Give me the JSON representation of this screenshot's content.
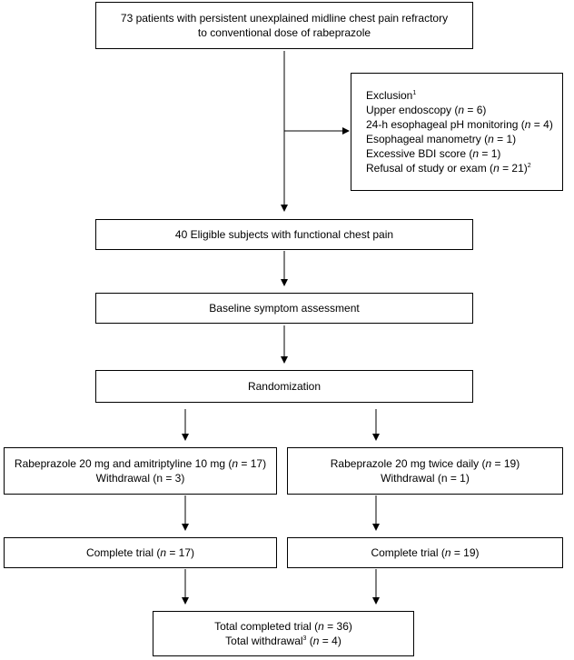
{
  "boxes": {
    "patients": {
      "line1": "73 patients with persistent unexplained midline chest pain refractory",
      "line2": "to conventional dose of rabeprazole"
    },
    "exclusion": {
      "title": "Exclusion",
      "title_sup": "1",
      "items": [
        {
          "label": "Upper endoscopy (",
          "n": "n",
          "value": " = 6)",
          "sup": ""
        },
        {
          "label": "24-h esophageal pH monitoring (",
          "n": "n",
          "value": " = 4)",
          "sup": ""
        },
        {
          "label": "Esophageal manometry (",
          "n": "n",
          "value": " = 1)",
          "sup": ""
        },
        {
          "label": "Excessive BDI score (",
          "n": "n",
          "value": " = 1)",
          "sup": ""
        },
        {
          "label": "Refusal of study or exam (",
          "n": "n",
          "value": " = 21)",
          "sup": "2"
        }
      ]
    },
    "eligible": "40 Eligible subjects with functional chest pain",
    "baseline": "Baseline symptom assessment",
    "randomization": "Randomization",
    "arm_left": {
      "line1_prefix": "Rabeprazole 20 mg and amitriptyline 10 mg (",
      "line1_n": "n",
      "line1_suffix": " = 17)",
      "line2": "Withdrawal (n = 3)"
    },
    "arm_right": {
      "line1_prefix": "Rabeprazole 20 mg twice daily (",
      "line1_n": "n",
      "line1_suffix": " = 19)",
      "line2": "Withdrawal (n = 1)"
    },
    "complete_left": {
      "prefix": "Complete trial (",
      "n": "n",
      "suffix": " = 17)"
    },
    "complete_right": {
      "prefix": "Complete trial (",
      "n": "n",
      "suffix": " = 19)"
    },
    "total": {
      "line1_prefix": "Total completed trial (",
      "line1_n": "n",
      "line1_suffix": " = 36)",
      "line2_prefix": "Total withdrawal",
      "line2_sup": "3",
      "line2_mid": " (",
      "line2_n": "n",
      "line2_suffix": " = 4)"
    }
  }
}
